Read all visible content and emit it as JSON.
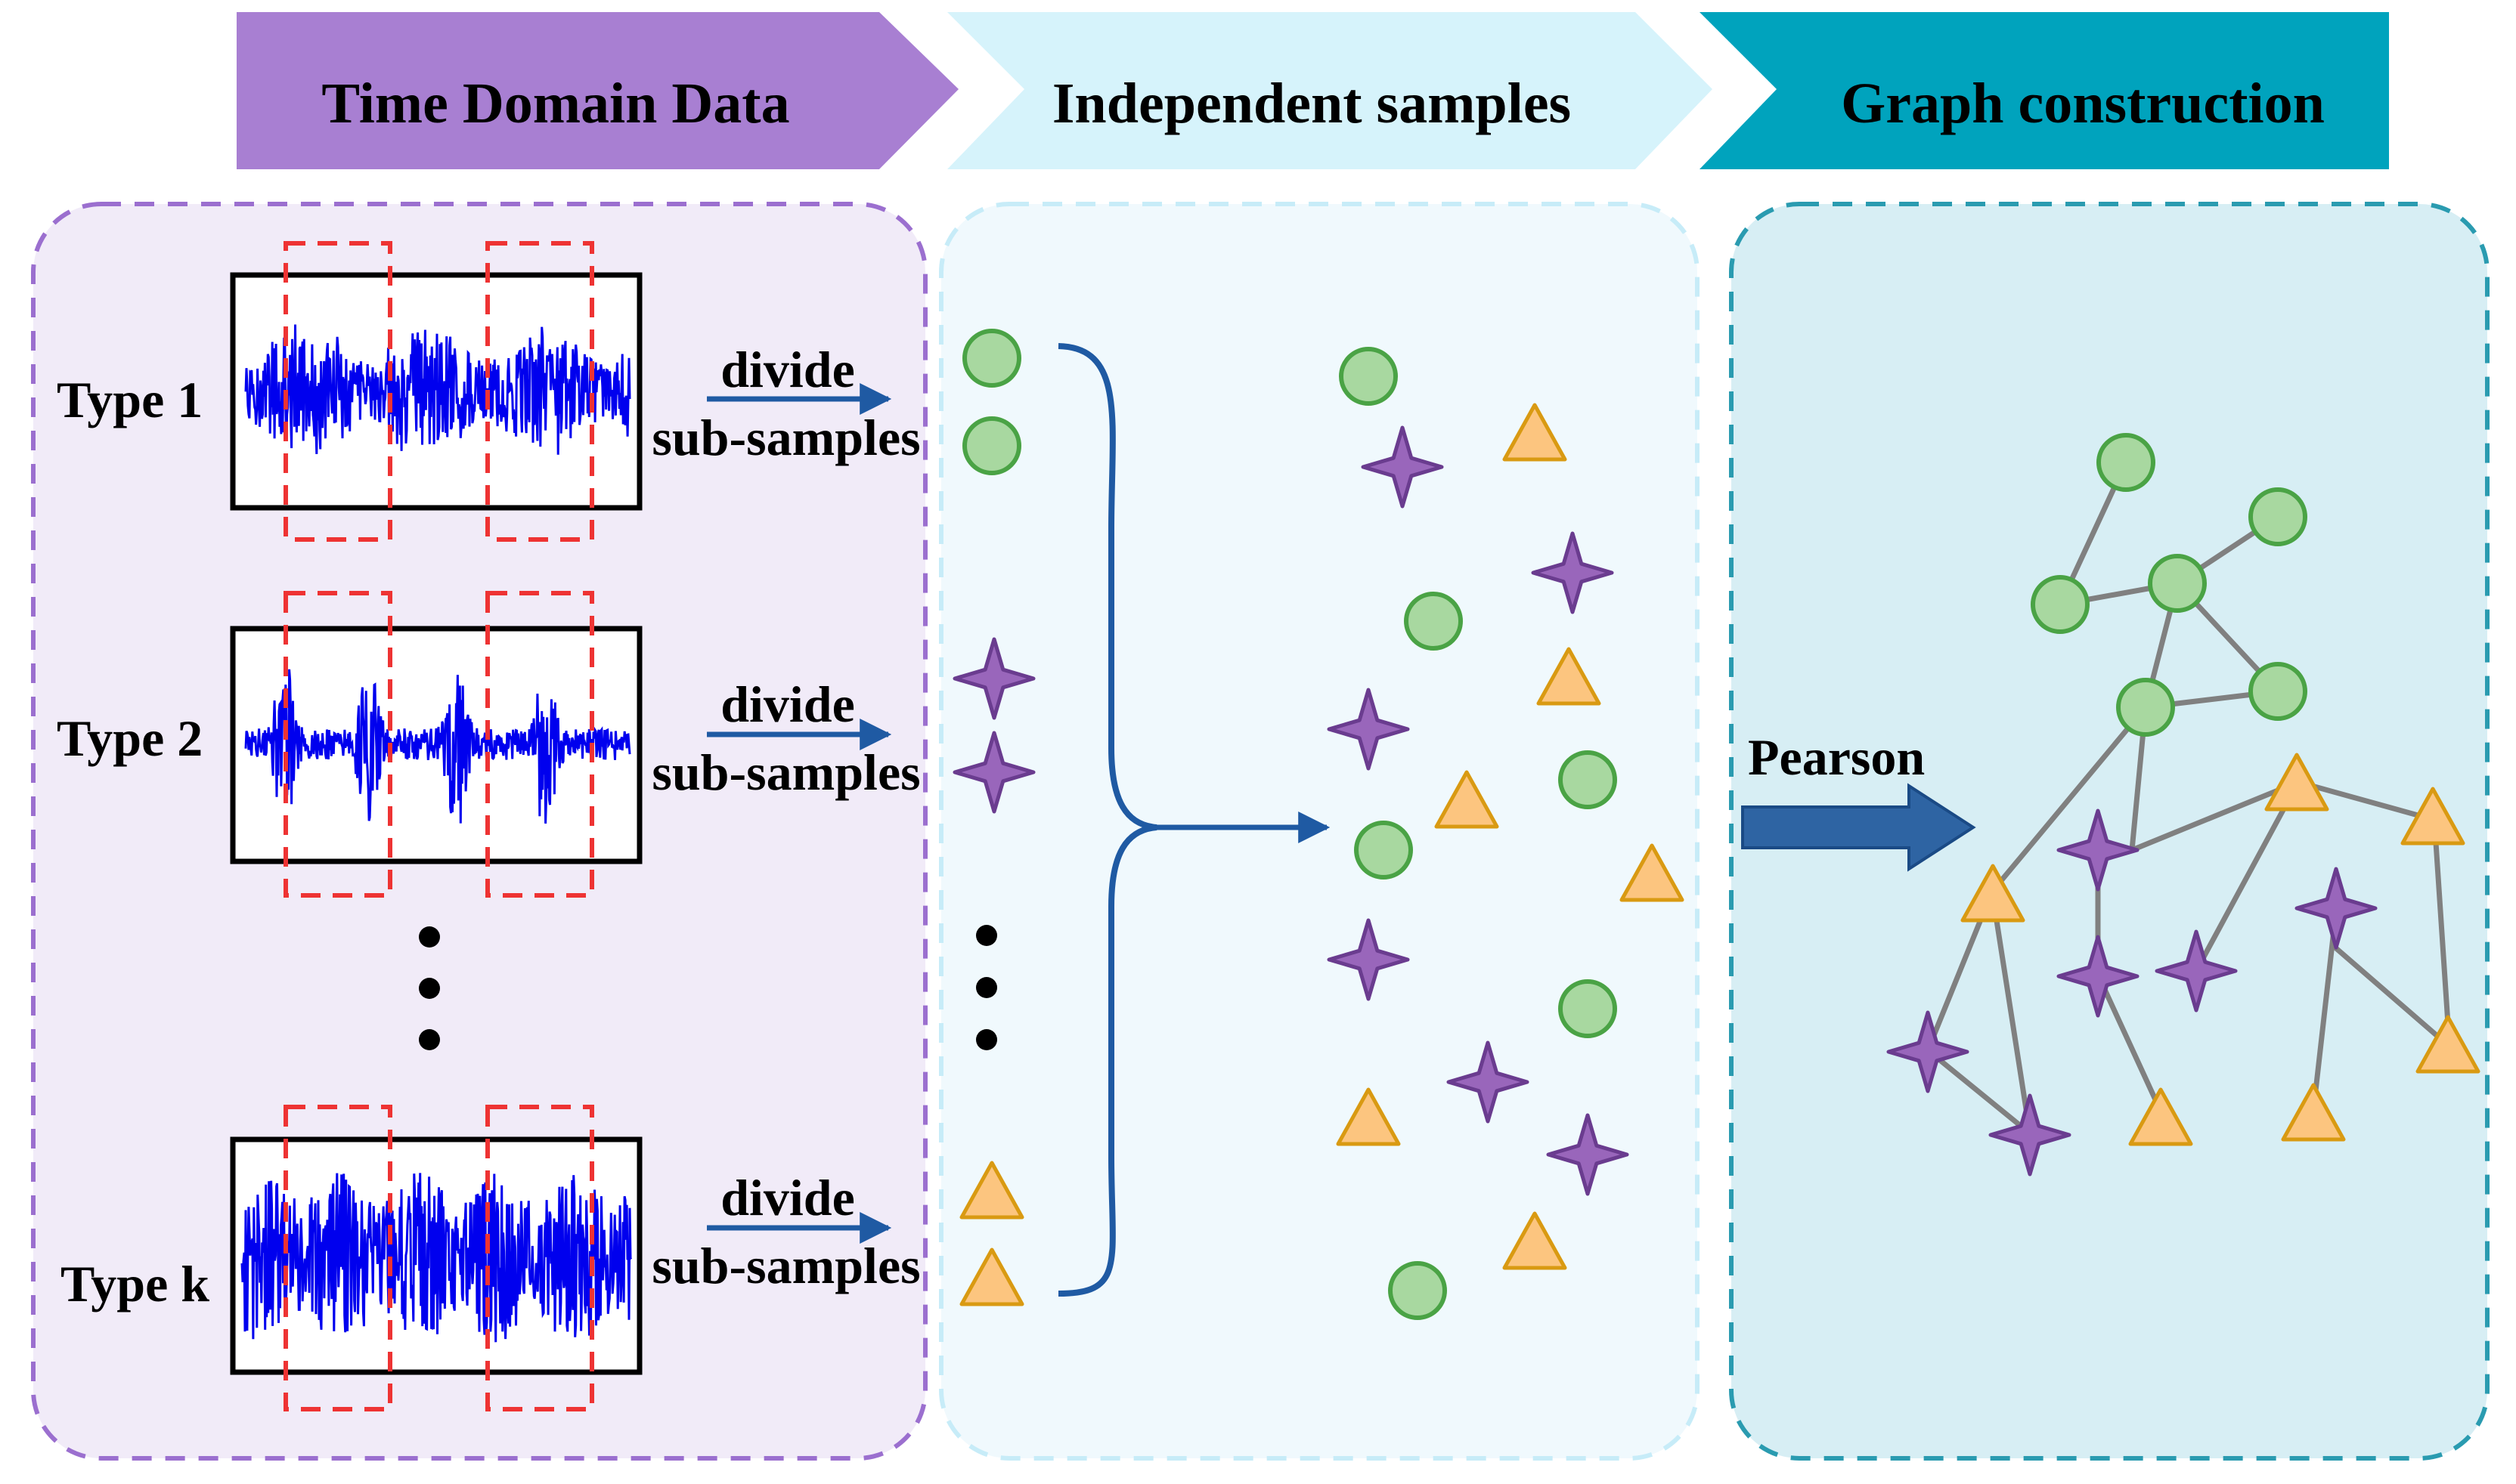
{
  "stages": [
    {
      "title": "Time Domain Data",
      "color": "#a87fd2"
    },
    {
      "title": "Independent samples",
      "color": "#d6f3fb"
    },
    {
      "title": "Graph construction",
      "color": "#00a3bd"
    }
  ],
  "types": [
    {
      "label": "Type 1",
      "signal": "noisy"
    },
    {
      "label": "Type 2",
      "signal": "bursty"
    },
    {
      "label": "Type k",
      "signal": "dense"
    }
  ],
  "divide_arrow": {
    "line1": "divide",
    "line2": "sub-samples"
  },
  "pearson_label": "Pearson",
  "colors": {
    "panel1_fill": "#f1ebf8",
    "panel1_border": "#9b6fcf",
    "panel2_fill": "#f0f9fd",
    "panel2_border": "#c7ecf8",
    "panel3_fill": "#d7eef4",
    "panel3_border": "#2a9bb0",
    "signal": "#0000ee",
    "window": "#ee3333",
    "circle_fill": "#a8d8a0",
    "circle_stroke": "#4aa345",
    "star_fill": "#9966bb",
    "star_stroke": "#6a3c8f",
    "triangle_fill": "#fcc57f",
    "triangle_stroke": "#d99a12",
    "arrow": "#1f5aa3",
    "edge": "#808080"
  },
  "icons": [
    "ellipsis-vertical-icon",
    "brace-icon",
    "right-arrow-icon",
    "block-arrow-icon"
  ]
}
